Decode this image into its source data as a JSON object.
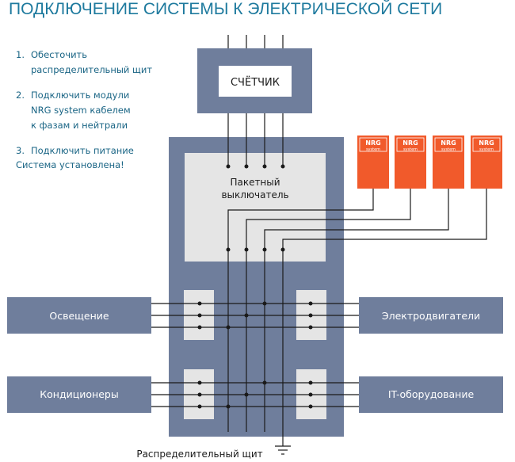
{
  "title": "ПОДКЛЮЧЕНИЕ СИСТЕМЫ К ЭЛЕКТРИЧЕСКОЙ СЕТИ",
  "steps": [
    {
      "num": "1.",
      "text": "Обесточить\nраспределительный щит"
    },
    {
      "num": "2.",
      "text": "Подключить модули\nNRG system кабелем\nк фазам и нейтрали"
    },
    {
      "num": "3.",
      "text": "Подключить питание"
    }
  ],
  "done": "Система установлена!",
  "meter_label": "СЧЁТЧИК",
  "switch_label": [
    "Пакетный",
    "выключатель"
  ],
  "modules": [
    {
      "logo": "NRG",
      "sub": "system"
    },
    {
      "logo": "NRG",
      "sub": "system"
    },
    {
      "logo": "NRG",
      "sub": "system"
    },
    {
      "logo": "NRG",
      "sub": "system"
    }
  ],
  "loads": {
    "left_top": "Освещение",
    "right_top": "Электродвигатели",
    "left_bottom": "Кондиционеры",
    "right_bottom": "IT-оборудование"
  },
  "panel_caption": "Распределительный щит",
  "colors": {
    "title": "#1e7a9e",
    "text": "#1a6585",
    "panel": "#6f7e9c",
    "inner": "#e5e5e5",
    "module": "#f15a2b",
    "wire": "#1a1a1a"
  }
}
